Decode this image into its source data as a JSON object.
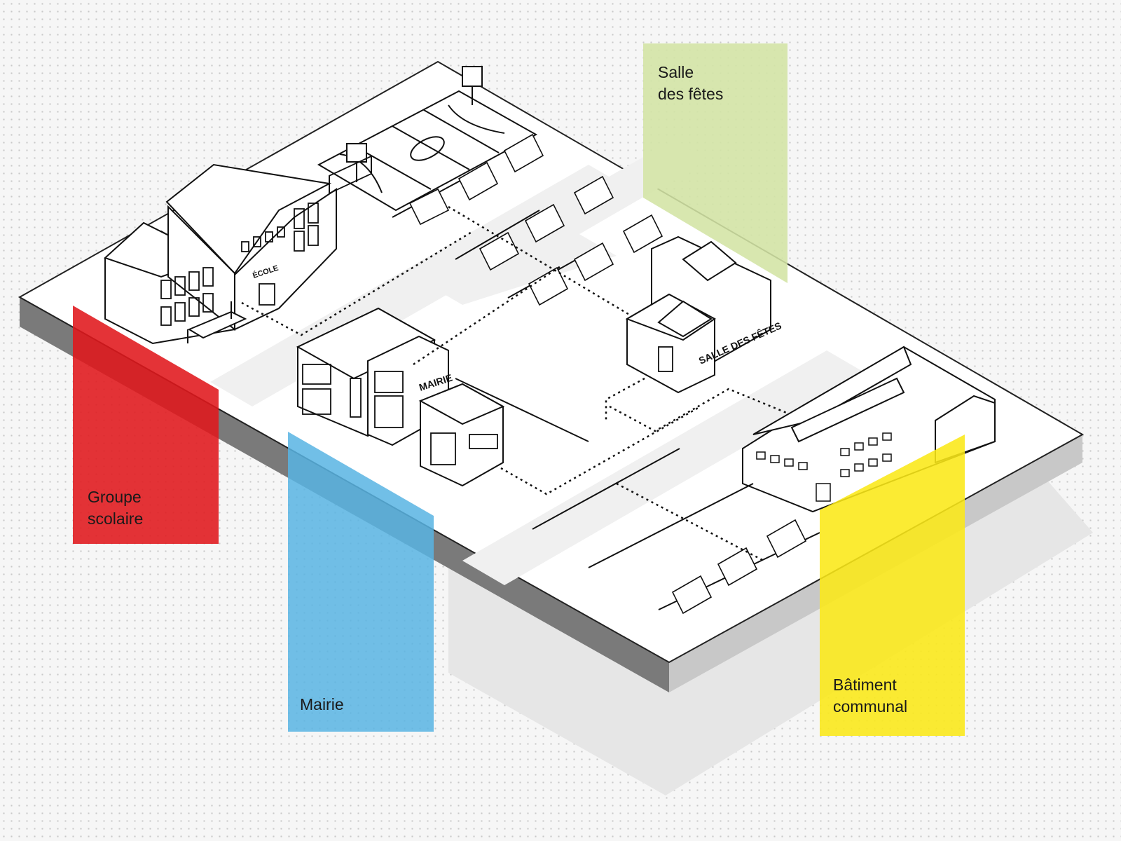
{
  "zones": {
    "groupe_scolaire": {
      "line1": "Groupe",
      "line2": "scolaire",
      "color": "#e0171b"
    },
    "mairie": {
      "line1": "Mairie",
      "color": "#58b4e3"
    },
    "salle_des_fetes": {
      "line1": "Salle",
      "line2": "des fêtes",
      "color": "#d3e4a4"
    },
    "batiment_communal": {
      "line1": "Bâtiment",
      "line2": "communal",
      "color": "#fbe817"
    }
  },
  "building_signs": {
    "ecole": "ÉCOLE",
    "mairie": "MAIRIE",
    "salle": "SALLE DES FÊTES"
  }
}
